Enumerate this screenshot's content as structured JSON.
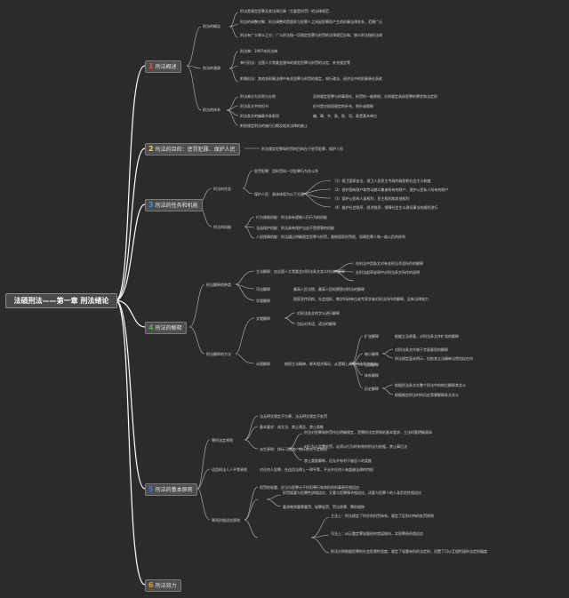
{
  "root": "法硕刑法——第一章 刑法绪论",
  "nodes": [
    {
      "num": "1",
      "num_color": "#e0503c",
      "label": "刑法概述"
    },
    {
      "num": "2",
      "num_color": "#e8d24a",
      "label": "刑法的目的：惩罚犯罪、保护人民"
    },
    {
      "num": "3",
      "num_color": "#3c8fd8",
      "label": "刑法的任务和机能"
    },
    {
      "num": "4",
      "num_color": "#46b04a",
      "label": "刑法的解释"
    },
    {
      "num": "5",
      "num_color": "#3c7ad8",
      "label": "刑法的基本原则"
    },
    {
      "num": "6",
      "num_color": "#e88a2a",
      "label": "刑法效力"
    }
  ],
  "n1": {
    "sub": [
      "刑法的概念",
      "刑法的渊源",
      "刑法的体系"
    ],
    "concept": [
      "刑法是规定犯罪及其法律后果（主要是刑罚）的法律规范",
      "刑法的调整对象：刑法调整的是国家与犯罪人之间因犯罪而产生的刑事法律关系，范围广泛",
      "刑法有广义狭义之分：广义刑法指一切规定犯罪与刑罚的法律规范总和，狭义刑法指刑法典"
    ],
    "source": [
      "刑法典：1997年刑法典",
      "单行刑法：全国人大常委会颁布的规定犯罪与刑罚的决定、补充规定等",
      "附属刑法：其他非刑事法律中有关犯罪与刑罚的规定，如行政法、经济法中的刑事责任条款"
    ],
    "system_l": [
      "刑法典分为总则与分则",
      "刑法条文中的但书",
      "刑法条文的编章节条款项"
    ],
    "system_r": [
      "总则规定犯罪与刑事责任、刑罚的一般原则；分则规定具体犯罪的罪状和法定刑",
      "但书是对前段规定的补充、例外或限制",
      "编、章、节、条、款、项，条是基本单位",
      "附则规定刑法的施行日期及相关法律的废止"
    ]
  },
  "n2": "刑法规定犯罪和刑罚的目的在于惩罚犯罪，保护人民",
  "n3": {
    "sub": [
      "刑法的任务",
      "刑法的机能"
    ],
    "task": [
      "惩罚犯罪：用刑罚同一切犯罪行为作斗争",
      "保护人民：具体体现为以下方面"
    ],
    "task_items": [
      "（1）保卫国家安全，保卫人民民主专政的政权和社会主义制度",
      "（2）保护国有财产和劳动群众集体所有的财产，保护公民私人所有的财产",
      "（3）保护公民的人身权利、民主权利和其他权利",
      "（4）维护社会秩序、经济秩序，保障社会主义建设事业的顺利进行"
    ],
    "function": [
      "行为规制机能：刑法具有规制人们行为的机能",
      "法益保护机能：刑法具有保护法益不受侵害的机能",
      "人权保障机能：刑法通过明确规定犯罪与刑罚，限制国家刑罚权，保障犯罪人和一般公民的权利"
    ]
  },
  "n4": {
    "sub": [
      "刑法解释的种类",
      "刑法解释的方法"
    ],
    "kinds": [
      "立法解释",
      "司法解释",
      "学理解释"
    ],
    "legis": [
      "立法解释：由全国人大常委会对刑法条文含义作出的解释",
      "在刑法中用条文对有关刑法术语所作的解释",
      "在刑法起草说明中对刑法条文所作的说明"
    ],
    "judicial": "最高人民法院、最高人民检察院对刑法的解释",
    "academic": "国家宣传机构、社会组织、教学科研单位或专家学者对刑法所作的解释，没有法律效力",
    "methods": [
      "文理解释",
      "论理解释"
    ],
    "literal": [
      "对刑法条文的字义进行解释",
      "包括对术语、语法的解释"
    ],
    "logical": "按照立法精神，联系相关情况，从逻辑上阐明刑法条文含义",
    "logical_items": [
      "扩张解释",
      "缩小解释",
      "当然解释",
      "体系解释",
      "历史解释"
    ],
    "logical_notes": [
      "根据立法原意，对刑法条文作扩张的解释",
      "对刑法条文作狭于字面意思的解释",
      "刑法规定虽未明示，但依其立法精神当然包括在内",
      "依据刑法条文在整个刑法中的地位解释其含义",
      "根据制定刑法时的历史背景解释条文含义"
    ]
  },
  "n5": {
    "sub": [
      "罪刑法定原则",
      "适用刑法人人平等原则",
      "罪责刑相适应原则"
    ],
    "legality": [
      "法无明文规定不为罪，法无明文规定不处罚",
      "基本要求：成文法、禁止溯及、禁止类推",
      "派生原则：排斥习惯法、排斥绝对不定期刑"
    ],
    "legality_notes": [
      "刑法对犯罪和刑罚作出明确规定，是罪刑法定原则的基本要求，立法时要明确具体",
      "对行为人定罪处罚，必须以行为时有效的刑法为依据，禁止事后法",
      "禁止类推解释，但允许有利于被告人的类推"
    ],
    "equality": "对任何人犯罪，在适用法律上一律平等，不允许任何人有超越法律的特权",
    "proportion": [
      "刑罚的轻重，应当与犯罪分子所犯罪行和承担的刑事责任相适应",
      "刑罚既要与犯罪性质相适应，又要与犯罪情节相适应，还要与犯罪人的人身危险性相适应",
      "要求做到重罪重罚、轻罪轻罚、罚当其罪、罪刑相称"
    ],
    "proportion_detail": [
      "立法上：刑法规定了科学的刑罚体系，规定了区别对待的处罚原则",
      "司法上：纠正重定罪轻量刑的错误倾向，实现罪责刑相适应",
      "刑法分则根据犯罪的社会危害性程度，规定了轻重有别的法定刑，设置了可以互相衔接的法定刑幅度"
    ]
  },
  "n6": "刑法效力"
}
